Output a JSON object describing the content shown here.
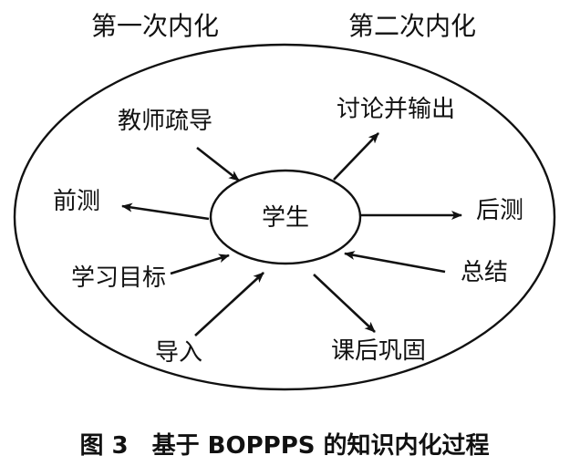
{
  "headers": {
    "first": "第一次内化",
    "second": "第二次内化"
  },
  "center": "学生",
  "nodes": {
    "teacher_guide": "教师疏导",
    "pretest": "前测",
    "objectives": "学习目标",
    "intro": "导入",
    "discussion": "讨论并输出",
    "posttest": "后测",
    "summary": "总结",
    "consolidate": "课后巩固"
  },
  "caption": "图 3　基于 BOPPPS 的知识内化过程",
  "colors": {
    "ink": "#111111",
    "background": "#ffffff"
  }
}
